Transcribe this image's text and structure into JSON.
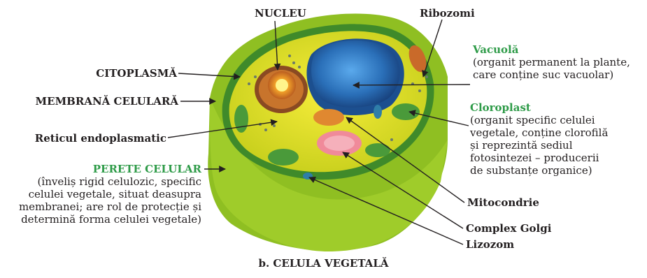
{
  "labels": {
    "nucleu": "NUCLEU",
    "ribozomi": "Ribozomi",
    "citoplasma": "CITOPLASMĂ",
    "membrana": "MEMBRANĂ CELULARĂ",
    "reticul": "Reticul endoplasmatic",
    "perete_title": "PERETE CELULAR",
    "perete_desc": [
      "(înveliș rigid celulozic, specific",
      "celulei vegetale, situat deasupra",
      "membranei; are rol de protecție și",
      "determină forma celulei vegetale)"
    ],
    "vacuola_title": "Vacuolă",
    "vacuola_desc": [
      "(organit permanent la plante,",
      "care conține suc vacuolar)"
    ],
    "cloroplast_title": "Cloroplast",
    "cloroplast_desc": [
      "(organit specific celulei",
      "vegetale, conține clorofilă",
      "și reprezintă sediul",
      "fotosintezei – producerii",
      "de substanțe organice)"
    ],
    "mitocondrie": "Mitocondrie",
    "golgi": "Complex Golgi",
    "lizozom": "Lizozom"
  },
  "caption": "b. CELULA VEGETALĂ",
  "colors": {
    "accent_green": "#2e9b48",
    "cell_outer": "#a9cf2c",
    "cytoplasm": "#f3e21a",
    "vacuole": "#2a6fb8",
    "chloroplast": "#4a9a3a",
    "nucleus": "#d4752a",
    "golgi": "#f08a9a",
    "mitochondria": "#e08830"
  }
}
